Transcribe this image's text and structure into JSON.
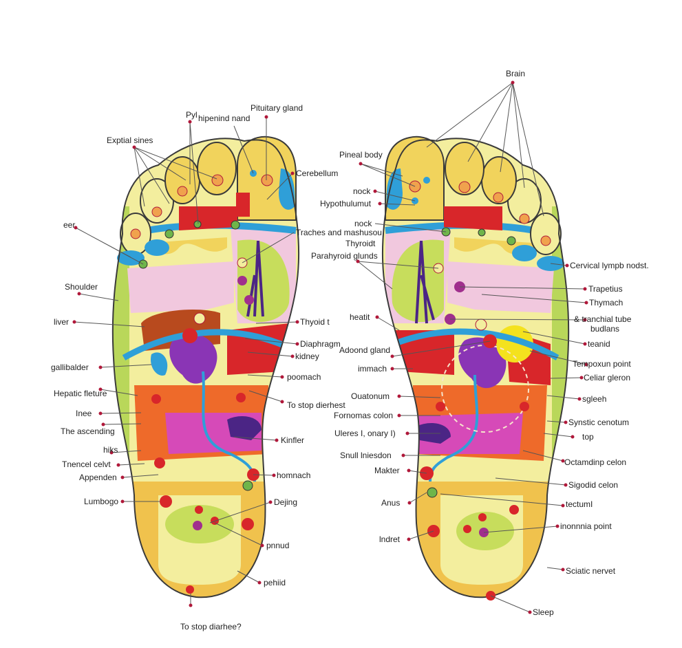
{
  "colors": {
    "skin": "#f3ee9e",
    "edge_green": "#b9d75a",
    "toe": "#f1d35c",
    "heel": "#f0c24d",
    "pink": "#f1c8de",
    "blue": "#2f9fd8",
    "red": "#d8262a",
    "orange": "#ee6a2a",
    "magenta": "#d64ab8",
    "purple": "#8a35b5",
    "dark_purple": "#4b2585",
    "brown": "#b84a1e",
    "dot": "#b0183a"
  },
  "left_foot": {
    "labels": [
      "Pituitary gland",
      "Pyl",
      "hipenind nand",
      "Exptial sines",
      "Cerebellum",
      "eer",
      "Traches and mashusou",
      "Shoulder",
      "liver",
      "Thyoid t",
      "Diaphragm",
      "kidney",
      "gallibalder",
      "poomach",
      "Hepatic fleture",
      "To stop dierhest",
      "Inee",
      "The ascending",
      "Kinfler",
      "hiks",
      "Tnencel celvt",
      "homnach",
      "Appenden",
      "Lumbogo",
      "Dejing",
      "pnnud",
      "pehiid",
      "To stop diarhee?"
    ]
  },
  "right_foot": {
    "labels": [
      "Brain",
      "Pineal body",
      "nock",
      "Hypothulumut",
      "nock",
      "Thyroidt",
      "Parahyroid glunds",
      "Cervical lympb nodst.",
      "Trapetius",
      "Thymach",
      "& tranchial tube",
      "budlans",
      "heatit",
      "teanid",
      "Adoond gland",
      "Tempoxun point",
      "immach",
      "Celiar gleron",
      "Ouatonum",
      "sgleeh",
      "Fornomas colon",
      "Synstic cenotum",
      "Uleres I, onary I)",
      "top",
      "Snull lniesdon",
      "Octamdinp celon",
      "Makter",
      "Sigodid celon",
      "Anus",
      "tectumI",
      "lndret",
      "inonnnia point",
      "Sciatic nervet",
      "Sleep"
    ]
  }
}
